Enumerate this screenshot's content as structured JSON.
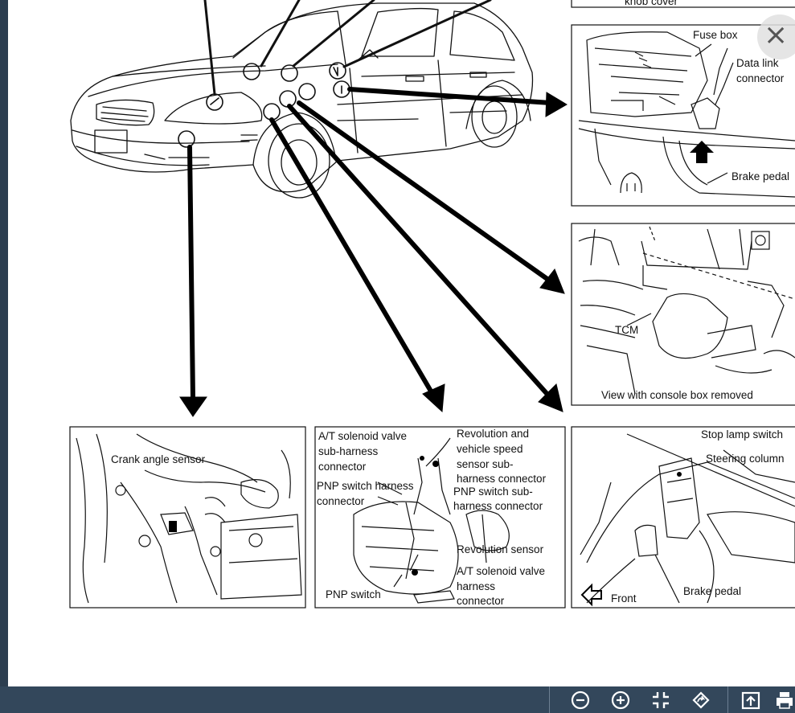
{
  "viewer": {
    "close_label": "×"
  },
  "diagram": {
    "partial_top_label": "knob cover",
    "fuse_box_panel": {
      "fuse_box": "Fuse box",
      "data_link_1": "Data link",
      "data_link_2": "connector",
      "brake_pedal": "Brake pedal"
    },
    "tcm_panel": {
      "tcm": "TCM",
      "caption": "View with console box removed"
    },
    "crank_panel": {
      "crank_angle_sensor": "Crank angle sensor"
    },
    "transmission_panel": {
      "at_solenoid_1": "A/T solenoid valve",
      "at_solenoid_2": "sub-harness",
      "at_solenoid_3": "connector",
      "revolution_1": "Revolution and",
      "revolution_2": "vehicle speed",
      "revolution_3": "sensor sub-",
      "revolution_4": "harness connector",
      "pnp_harness_1": "PNP switch harness",
      "pnp_harness_2": "connector",
      "pnp_sub_1": "PNP switch sub-",
      "pnp_sub_2": "harness connector",
      "revolution_sensor": "Revolution sensor",
      "at_harness_1": "A/T solenoid valve",
      "at_harness_2": "harness",
      "at_harness_3": "connector",
      "pnp_switch": "PNP switch"
    },
    "stop_lamp_panel": {
      "stop_lamp_switch": "Stop lamp switch",
      "steering_column": "Steering column",
      "front": "Front",
      "brake_pedal": "Brake pedal"
    }
  },
  "toolbar": {
    "buttons": [
      "zoom-out",
      "zoom-in",
      "fit-page",
      "rotate",
      "upload",
      "print"
    ]
  }
}
